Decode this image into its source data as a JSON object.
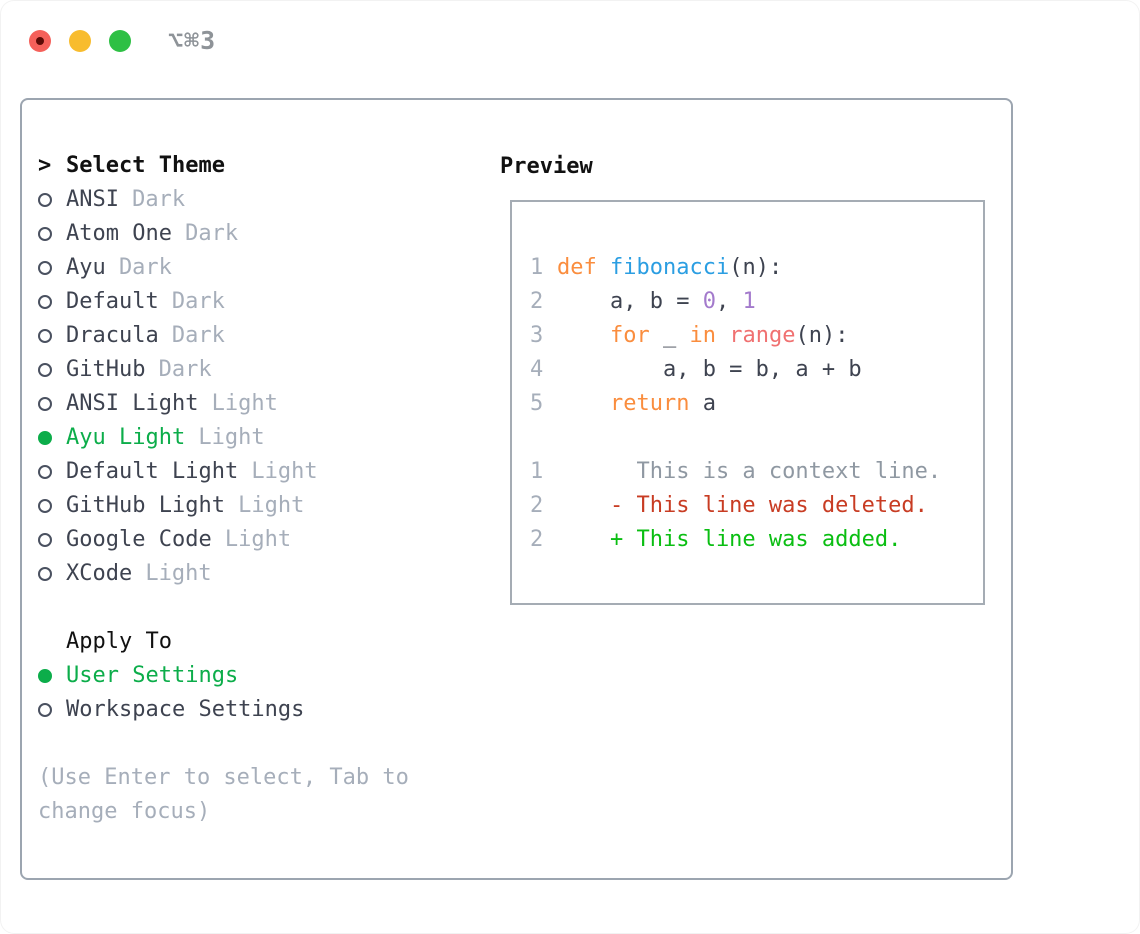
{
  "titlebar": {
    "shortcut": "⌥⌘3"
  },
  "colors": {
    "accent_green": "#0CAD4A",
    "keyword_orange": "#FA8D3E",
    "function_blue": "#2B9EE2",
    "number_purple": "#A37ACC",
    "builtin_coral": "#F07171",
    "code_text": "#3E4350",
    "muted_gray": "#A6AEBA",
    "context_gray": "#8F98A2",
    "deleted_red": "#C83C23",
    "added_green": "#0ABE12",
    "traffic_red": "#F5605A",
    "traffic_yellow": "#F8BC2E",
    "traffic_green": "#2EC044"
  },
  "theme_panel": {
    "header_marker": ">",
    "header": "Select Theme",
    "items": [
      {
        "name": "ANSI",
        "variant": "Dark",
        "selected": false
      },
      {
        "name": "Atom One",
        "variant": "Dark",
        "selected": false
      },
      {
        "name": "Ayu",
        "variant": "Dark",
        "selected": false
      },
      {
        "name": "Default",
        "variant": "Dark",
        "selected": false
      },
      {
        "name": "Dracula",
        "variant": "Dark",
        "selected": false
      },
      {
        "name": "GitHub",
        "variant": "Dark",
        "selected": false
      },
      {
        "name": "ANSI Light",
        "variant": "Light",
        "selected": false
      },
      {
        "name": "Ayu Light",
        "variant": "Light",
        "selected": true
      },
      {
        "name": "Default Light",
        "variant": "Light",
        "selected": false
      },
      {
        "name": "GitHub Light",
        "variant": "Light",
        "selected": false
      },
      {
        "name": "Google Code",
        "variant": "Light",
        "selected": false
      },
      {
        "name": "XCode",
        "variant": "Light",
        "selected": false
      }
    ]
  },
  "apply_panel": {
    "header": "Apply To",
    "options": [
      {
        "name": "User Settings",
        "selected": true
      },
      {
        "name": "Workspace Settings",
        "selected": false
      }
    ]
  },
  "help": {
    "lines": [
      "(Use Enter to select, Tab to",
      "change focus)"
    ]
  },
  "preview": {
    "header": "Preview",
    "code_lines": [
      {
        "no": "1",
        "tokens": [
          {
            "t": "def",
            "c": "kw"
          },
          {
            "t": " ",
            "c": "fg"
          },
          {
            "t": "fibonacci",
            "c": "fn"
          },
          {
            "t": "(n):",
            "c": "fg"
          }
        ]
      },
      {
        "no": "2",
        "tokens": [
          {
            "t": "    a, b = ",
            "c": "fg"
          },
          {
            "t": "0",
            "c": "num"
          },
          {
            "t": ", ",
            "c": "fg"
          },
          {
            "t": "1",
            "c": "num"
          }
        ]
      },
      {
        "no": "3",
        "tokens": [
          {
            "t": "    ",
            "c": "fg"
          },
          {
            "t": "for",
            "c": "kw"
          },
          {
            "t": " _ ",
            "c": "fg"
          },
          {
            "t": "in",
            "c": "kw"
          },
          {
            "t": " ",
            "c": "fg"
          },
          {
            "t": "range",
            "c": "call"
          },
          {
            "t": "(n):",
            "c": "fg"
          }
        ]
      },
      {
        "no": "4",
        "tokens": [
          {
            "t": "        a, b = b, a + b",
            "c": "fg"
          }
        ]
      },
      {
        "no": "5",
        "tokens": [
          {
            "t": "    ",
            "c": "fg"
          },
          {
            "t": "return",
            "c": "kw"
          },
          {
            "t": " a",
            "c": "fg"
          }
        ]
      },
      {
        "no": "",
        "tokens": []
      },
      {
        "no": "1",
        "tokens": [
          {
            "t": "      This is a context line.",
            "c": "ctx"
          }
        ]
      },
      {
        "no": "2",
        "tokens": [
          {
            "t": "    - This line was deleted.",
            "c": "del"
          }
        ]
      },
      {
        "no": "2",
        "tokens": [
          {
            "t": "    + This line was added.",
            "c": "add"
          }
        ]
      }
    ]
  }
}
